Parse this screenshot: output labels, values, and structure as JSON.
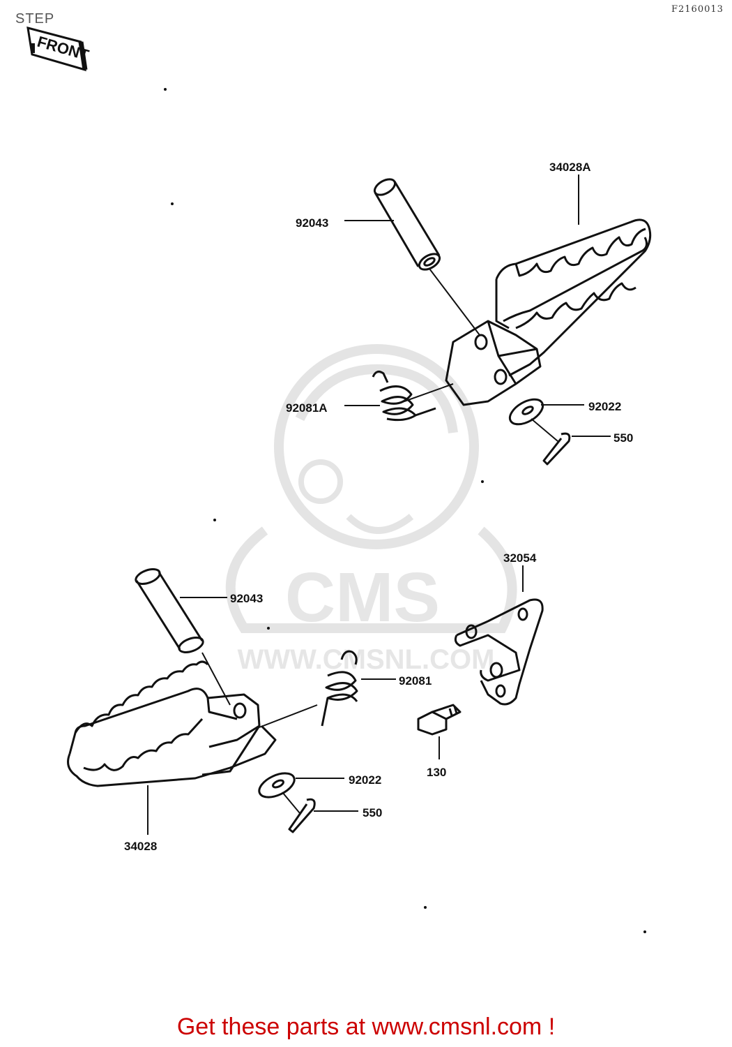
{
  "page": {
    "title": "STEP",
    "code": "F2160013",
    "front_marker": "FRONT"
  },
  "watermark": {
    "brand": "CMS",
    "url": "WWW.CMSNL.COM"
  },
  "callouts": [
    {
      "id": "c1",
      "text": "34028A"
    },
    {
      "id": "c2",
      "text": "92043"
    },
    {
      "id": "c3",
      "text": "92081A"
    },
    {
      "id": "c4",
      "text": "92022"
    },
    {
      "id": "c5",
      "text": "550"
    },
    {
      "id": "c6",
      "text": "32054"
    },
    {
      "id": "c7",
      "text": "92043"
    },
    {
      "id": "c8",
      "text": "92081"
    },
    {
      "id": "c9",
      "text": "130"
    },
    {
      "id": "c10",
      "text": "92022"
    },
    {
      "id": "c11",
      "text": "550"
    },
    {
      "id": "c12",
      "text": "34028"
    }
  ],
  "promo": {
    "text": "Get these parts at www.cmsnl.com !",
    "color": "#cc0000"
  }
}
